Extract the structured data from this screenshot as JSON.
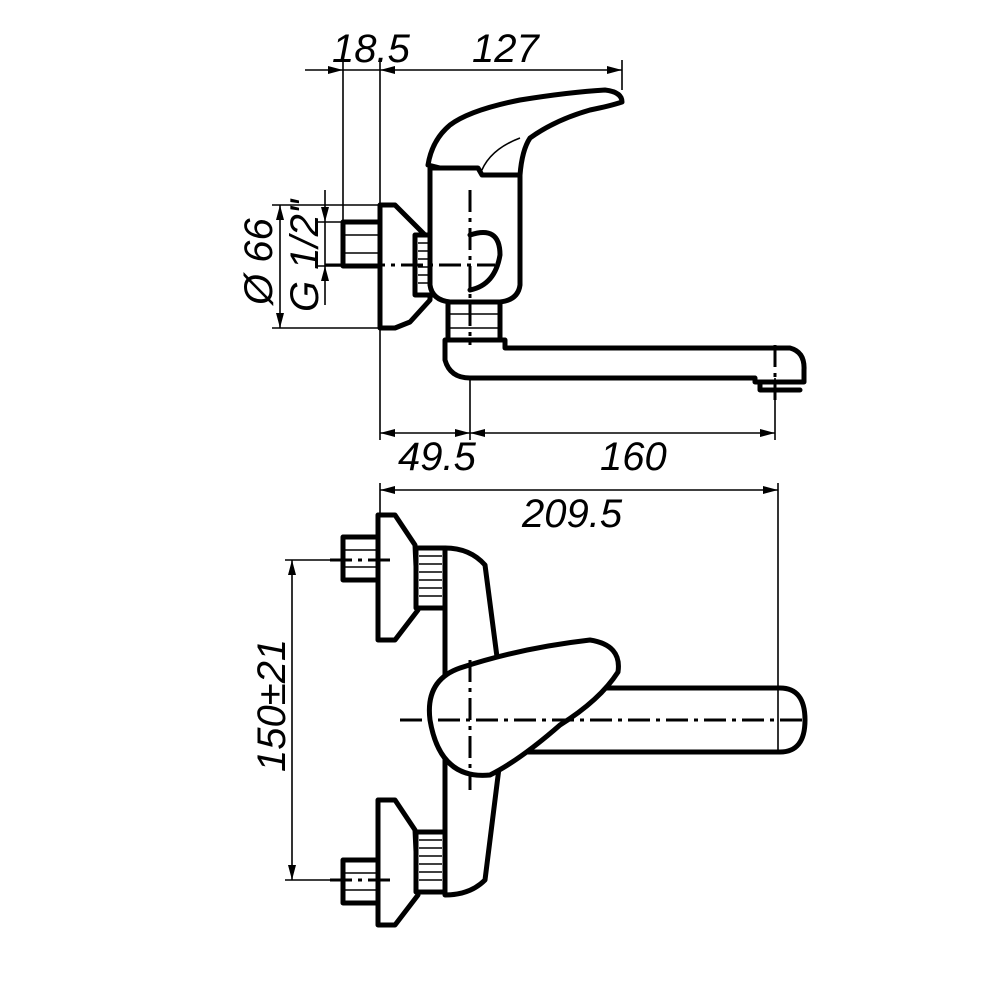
{
  "dimensions": {
    "offset_top": "18.5",
    "handle_reach": "127",
    "flange_diameter": "Ø 66",
    "thread": "G 1/2\"",
    "inlet_offset": "49.5",
    "spout_length": "160",
    "overall_length": "209.5",
    "inlet_spacing": "150±21"
  }
}
